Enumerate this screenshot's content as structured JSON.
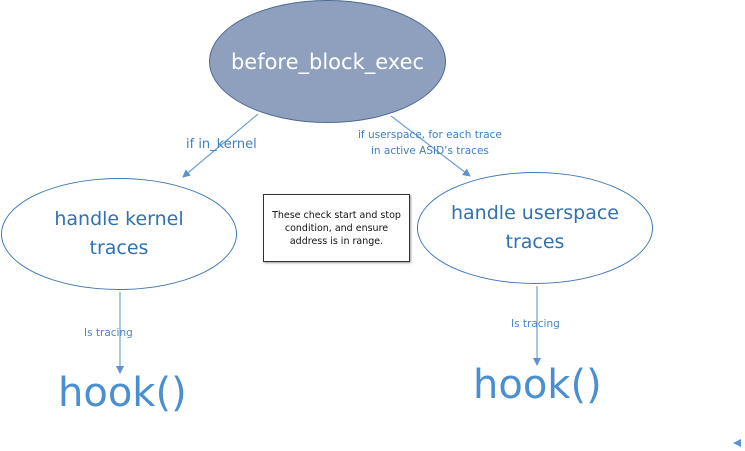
{
  "nodes": {
    "root": {
      "label": "before_block_exec"
    },
    "kernel": {
      "label_line1": "handle kernel",
      "label_line2": "traces"
    },
    "userspace": {
      "label_line1": "handle userspace",
      "label_line2": "traces"
    }
  },
  "note": {
    "line1": "These check start and stop",
    "line2": "condition, and ensure",
    "line3": "address is in range."
  },
  "edges": {
    "to_kernel": {
      "label": "if in_kernel"
    },
    "to_userspace": {
      "label_line1": "if userspace, for each trace",
      "label_line2": "in active ASID’s traces"
    },
    "kernel_to_hook": {
      "label": "Is tracing"
    },
    "user_to_hook": {
      "label": "Is tracing"
    }
  },
  "hooks": {
    "kernel": "hook()",
    "userspace": "hook()"
  },
  "colors": {
    "root_fill": "#8ea0be",
    "node_outline": "#3f79b5",
    "text_blue": "#2f71b2",
    "arrow": "#6fa0d6"
  }
}
